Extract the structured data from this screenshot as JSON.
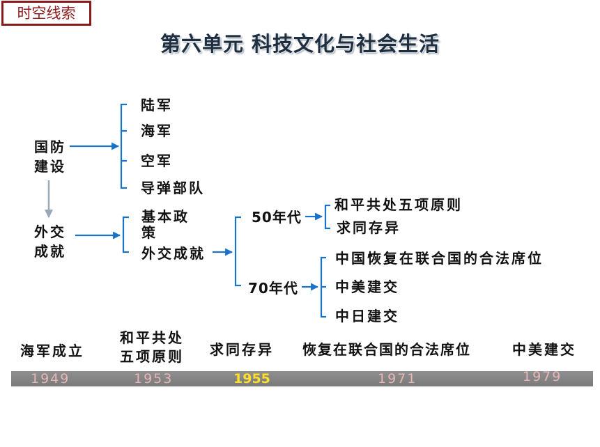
{
  "tag": "时空线索",
  "title": "第六单元  科技文化与社会生活",
  "defense": {
    "label": "国防建设",
    "items": [
      "陆军",
      "海军",
      "空军",
      "导弹部队"
    ]
  },
  "diplomacy": {
    "label": "外交成就",
    "policy": "基本政策",
    "achievements": "外交成就",
    "era_50s": {
      "label": "50年代",
      "items": [
        "和平共处五项原则",
        "求同存异"
      ]
    },
    "era_70s": {
      "label": "70年代",
      "items": [
        "中国恢复在联合国的合法席位",
        "中美建交",
        "中日建交"
      ]
    }
  },
  "timeline": {
    "events": [
      "海军成立",
      "和平共处五项原则",
      "求同存异",
      "恢复在联合国的合法席位",
      "中美建交"
    ],
    "years": [
      "1949",
      "1953",
      "1955",
      "1971",
      "1979"
    ],
    "highlight_color": "#ffe02a",
    "year_color": "#e8b6b6"
  },
  "colors": {
    "arrow": "#1a73c7",
    "gray_arrow": "#9aa9b8",
    "tag_border": "#8b1a1a"
  }
}
